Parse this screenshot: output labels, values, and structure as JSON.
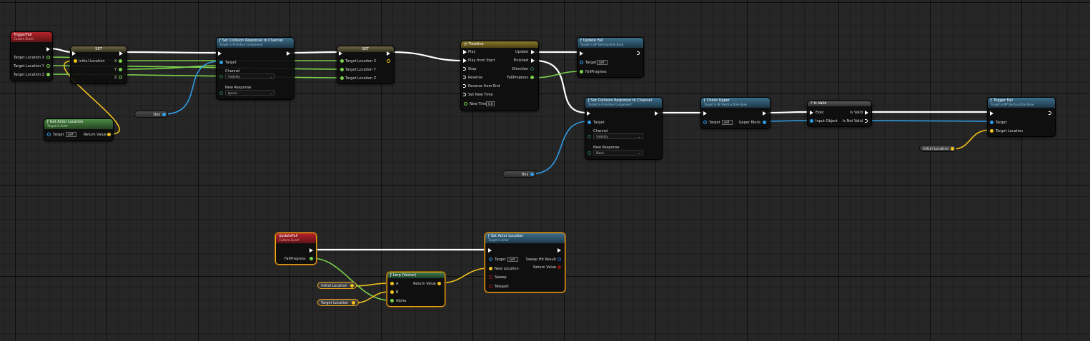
{
  "colors": {
    "exec": "#ffffff",
    "vector": "#f2c31b",
    "float": "#7ad14c",
    "object": "#2f9ee8",
    "bool": "#a01818",
    "struct": "#d8d8d8"
  },
  "nodes": {
    "trigger_fall_event": {
      "title": "TriggerFall",
      "subtitle": "Custom Event",
      "pins": [
        "Target Location X",
        "Target Location Y",
        "Target Location Z"
      ]
    },
    "set1": {
      "title": "SET",
      "pins": [
        "Initial Location",
        "X",
        "Y",
        "Z"
      ]
    },
    "get_actor_location": {
      "title": "Get Actor Location",
      "subtitle": "Target is Actor",
      "target_label": "Target",
      "target_value": "self",
      "return_label": "Return Value"
    },
    "box_var1": {
      "label": "Box"
    },
    "set_collision1": {
      "title": "Set Collision Response to Channel",
      "subtitle": "Target is Primitive Component",
      "target": "Target",
      "channel_label": "Channel",
      "channel_value": "Visibility",
      "response_label": "New Response",
      "response_value": "Ignore"
    },
    "set2": {
      "title": "SET",
      "pins": [
        "Target Location X",
        "Target Location Y",
        "Target Location Z"
      ]
    },
    "timeline": {
      "title": "Timeline",
      "inputs": [
        "Play",
        "Play from Start",
        "Stop",
        "Reverse",
        "Reverse from End",
        "Set New Time",
        "New Time"
      ],
      "new_time_value": "0.0",
      "outputs": [
        "Update",
        "Finished",
        "Direction",
        "FallProgress"
      ]
    },
    "update_fall_call": {
      "title": "Update Fall",
      "subtitle": "Target is BP Destructible Base",
      "target_label": "Target",
      "target_value": "self",
      "progress_label": "FallProgress"
    },
    "set_collision2": {
      "title": "Set Collision Response to Channel",
      "subtitle": "Target is Primitive Component",
      "target": "Target",
      "channel_label": "Channel",
      "channel_value": "Visibility",
      "response_label": "New Response",
      "response_value": "Block"
    },
    "box_var2": {
      "label": "Box"
    },
    "check_upper": {
      "title": "Check Upper",
      "subtitle": "Target is BP Destructible Base",
      "target_label": "Target",
      "target_value": "self",
      "out_label": "Upper Block"
    },
    "is_valid": {
      "title": "Is Valid",
      "exec_label": "Exec",
      "input_label": "Input Object",
      "out_valid": "Is Valid",
      "out_not_valid": "Is Not Valid"
    },
    "trigger_fall_call": {
      "title": "Trigger Fall",
      "subtitle": "Target is BP Destructible Base",
      "target_label": "Target",
      "location_label": "Target Location"
    },
    "initial_location_var1": {
      "label": "Initial Location"
    },
    "update_fall_event": {
      "title": "UpdateFall",
      "subtitle": "Custom Event",
      "out_label": "FallProgress"
    },
    "set_actor_location": {
      "title": "Set Actor Location",
      "subtitle": "Target is Actor",
      "target_label": "Target",
      "target_value": "self",
      "new_location_label": "New Location",
      "sweep_label": "Sweep",
      "teleport_label": "Teleport",
      "sweep_hit_label": "Sweep Hit Result",
      "return_label": "Return Value"
    },
    "lerp": {
      "title": "Lerp (Vector)",
      "a": "A",
      "b": "B",
      "alpha": "Alpha",
      "return_label": "Return Value"
    },
    "initial_location_var2": {
      "label": "Initial Location"
    },
    "target_location_var": {
      "label": "Target Location"
    }
  }
}
